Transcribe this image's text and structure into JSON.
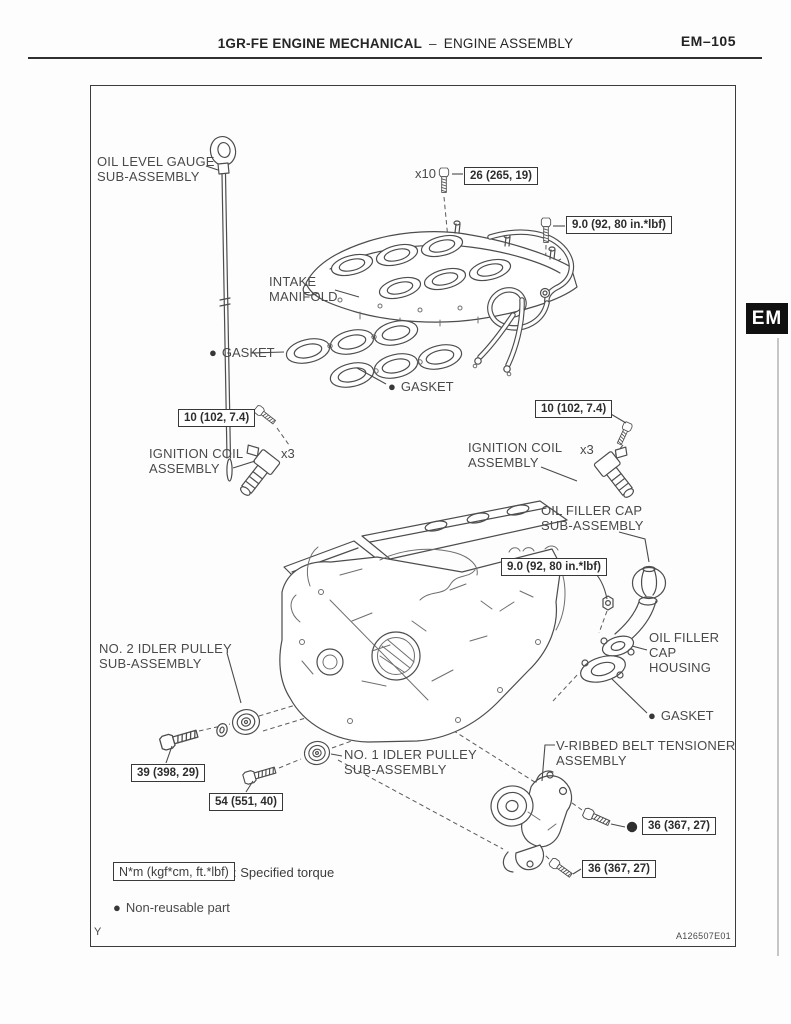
{
  "header": {
    "section_bold": "1GR-FE ENGINE MECHANICAL",
    "dash": "–",
    "section_sub": "ENGINE ASSEMBLY",
    "page_code": "EM–105"
  },
  "side_tab": {
    "label": "EM"
  },
  "diagram": {
    "callouts": {
      "oil_level_gauge": "OIL LEVEL GAUGE\nSUB-ASSEMBLY",
      "intake_manifold": "INTAKE\nMANIFOLD",
      "gasket_upper": "GASKET",
      "gasket_lower": "GASKET",
      "ignition_coil_left": "IGNITION COIL\nASSEMBLY",
      "ignition_coil_right": "IGNITION COIL\nASSEMBLY",
      "oil_filler_cap": "OIL FILLER CAP\nSUB-ASSEMBLY",
      "oil_filler_cap_housing": "OIL FILLER\nCAP\nHOUSING",
      "gasket_housing": "GASKET",
      "no2_idler_pulley": "NO. 2 IDLER PULLEY\nSUB-ASSEMBLY",
      "no1_idler_pulley": "NO. 1 IDLER PULLEY\nSUB-ASSEMBLY",
      "v_ribbed_belt_tensioner": "V-RIBBED BELT TENSIONER\nASSEMBLY"
    },
    "quantities": {
      "intake_bolts": "x10",
      "coil_left": "x3",
      "coil_right": "x3"
    },
    "torque_specs": {
      "intake_manifold_bolt": "26 (265, 19)",
      "hose_clamp_bolt": "9.0 (92, 80 in.*lbf)",
      "ignition_coil_left_bolt": "10 (102, 7.4)",
      "ignition_coil_right_bolt": "10 (102, 7.4)",
      "oil_filler_nut": "9.0 (92, 80 in.*lbf)",
      "no2_idler_pulley_bolt": "39 (398, 29)",
      "no1_idler_pulley_bolt": "54 (551, 40)",
      "tensioner_upper_bolt": "36 (367, 27)",
      "tensioner_lower_bolt": "36 (367, 27)"
    },
    "legend": {
      "torque_unit": "N*m (kgf*cm, ft.*lbf)",
      "torque_caption": ": Specified torque",
      "non_reusable": "Non-reusable part"
    },
    "footer": {
      "corner_mark": "Y",
      "figure_code": "A126507E01"
    },
    "icons": {
      "bullet": "●"
    }
  }
}
